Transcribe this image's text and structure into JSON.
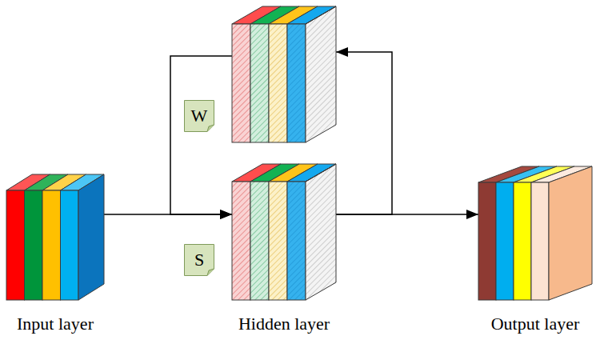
{
  "diagram": {
    "nodes": [
      {
        "text": [
          "Input layer"
        ]
      },
      {
        "text": []
      },
      {
        "text": [
          "W"
        ]
      },
      {
        "text": [
          "Hidden layer"
        ]
      },
      {
        "text": [
          "S"
        ]
      },
      {
        "text": [
          "Output layer"
        ]
      }
    ],
    "edges": [
      {
        "from": 0,
        "to": 3,
        "arrow": "to"
      },
      {
        "from": 3,
        "to": 5,
        "arrow": "to"
      },
      {
        "from": 3,
        "to": 1,
        "arrow": "to"
      },
      {
        "from": 1,
        "to": 3,
        "arrow": "to"
      }
    ]
  }
}
